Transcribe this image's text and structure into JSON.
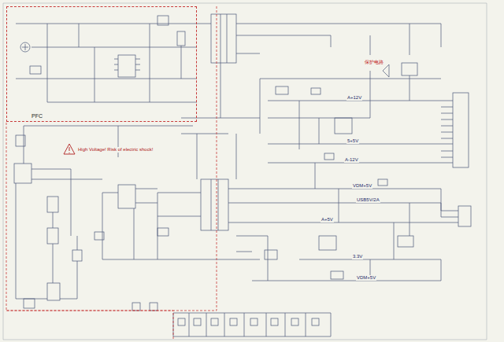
{
  "diagram": {
    "nodes": [
      {
        "text": [
          "PFC"
        ]
      }
    ],
    "labels": [
      "High Voltage! Risk of electric shock!",
      "A+12V",
      "5+5V",
      "A-12V",
      "VDM+5V",
      "USB5V/2A",
      "A+5V",
      "3.3V",
      "VDM+5V",
      "保护电路"
    ]
  }
}
